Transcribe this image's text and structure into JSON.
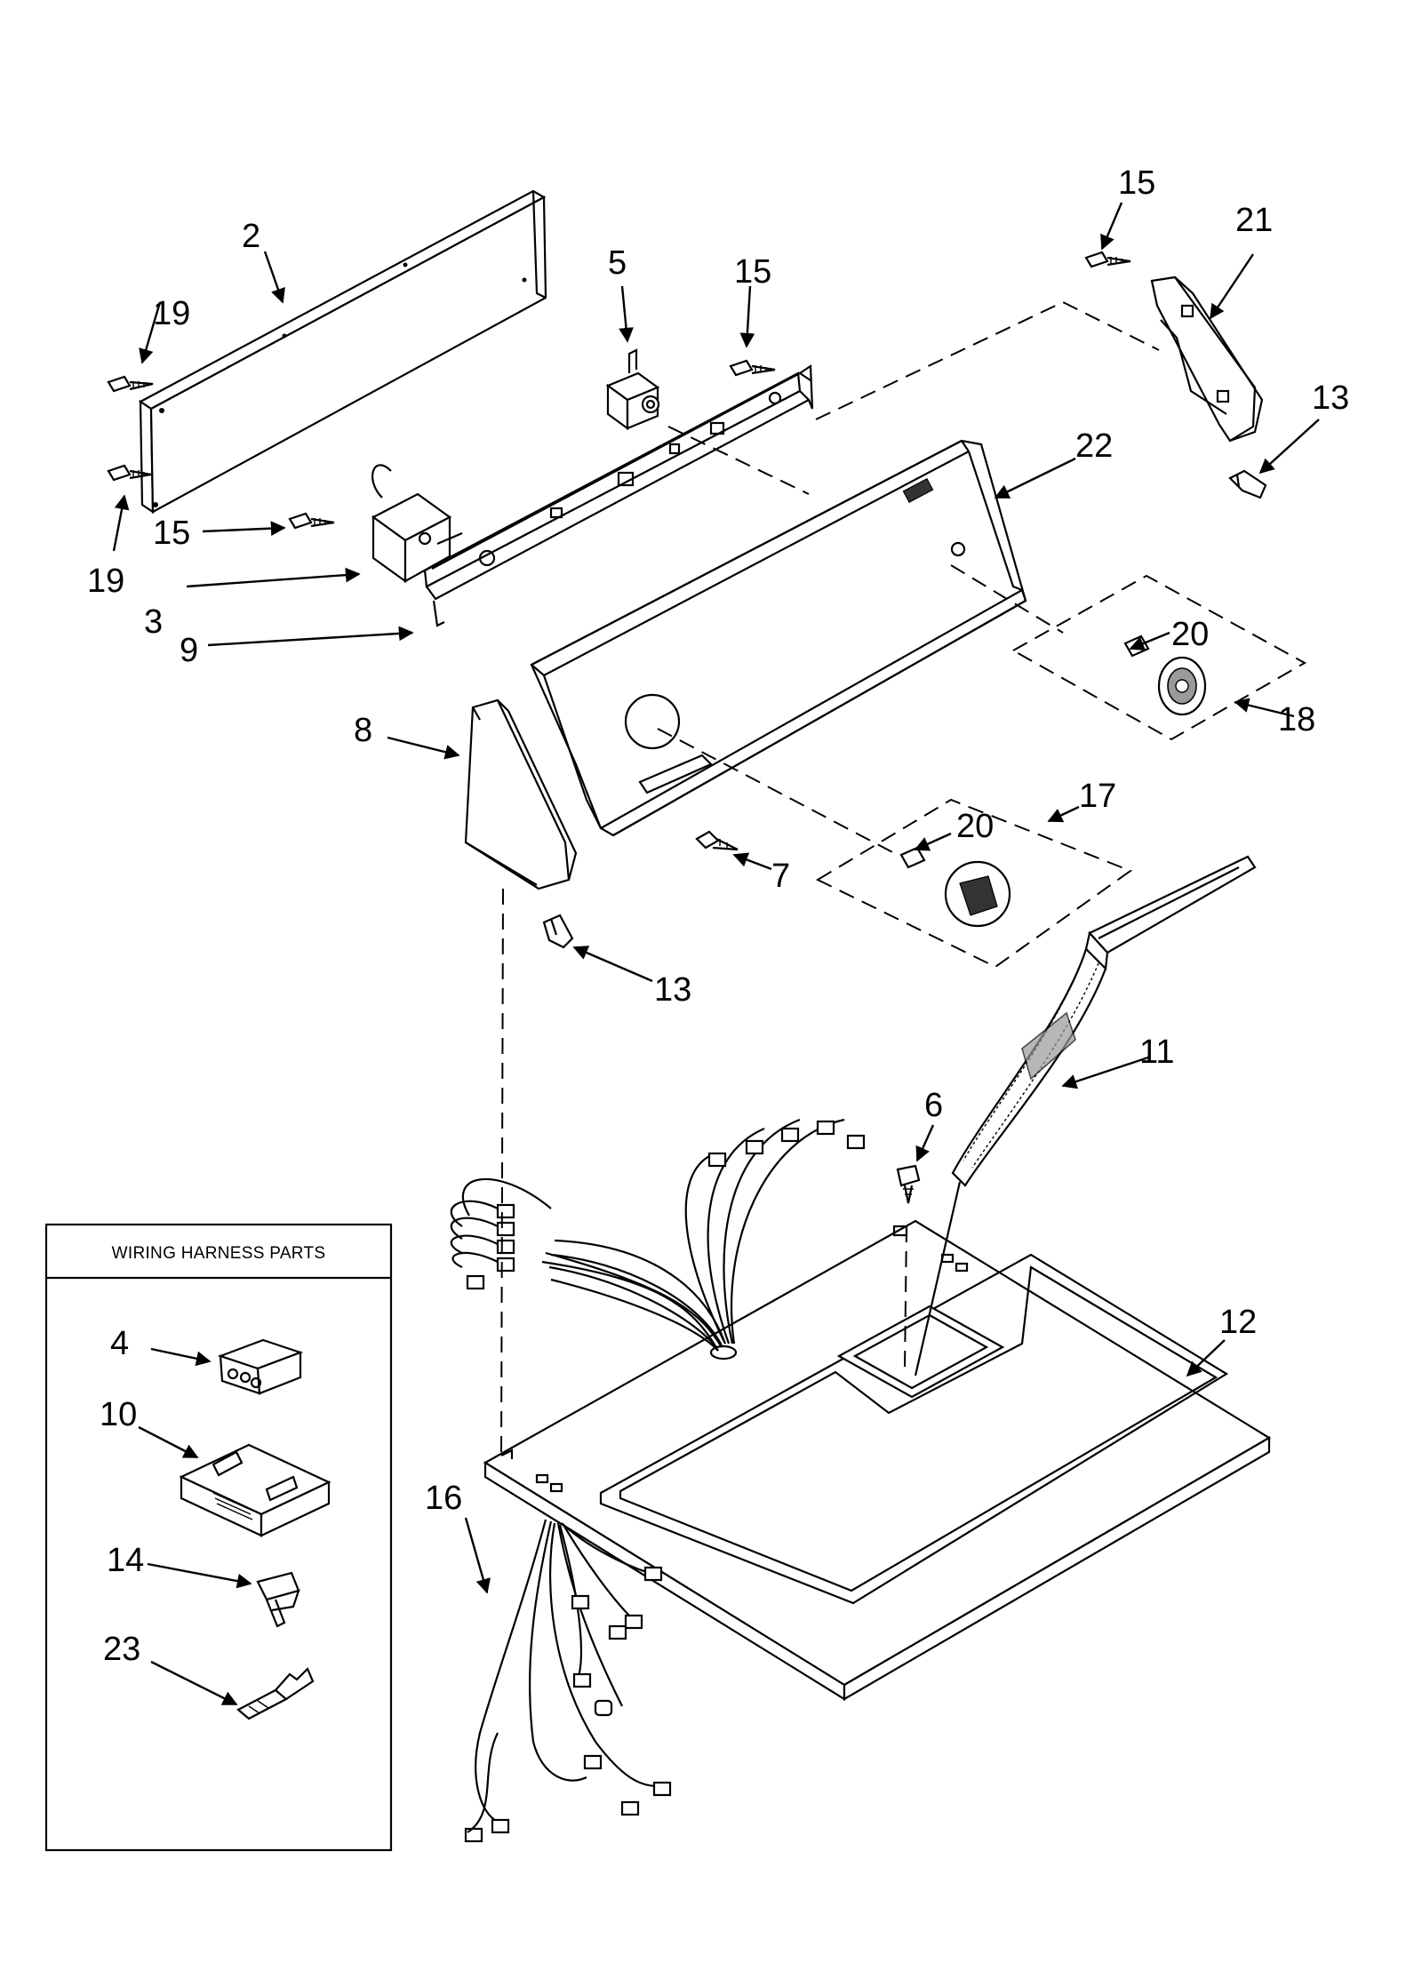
{
  "wiring_box": {
    "title": "WIRING HARNESS PARTS"
  },
  "callouts": {
    "c2": "2",
    "c3": "3",
    "c4": "4",
    "c5": "5",
    "c6": "6",
    "c7": "7",
    "c8": "8",
    "c9": "9",
    "c10": "10",
    "c11": "11",
    "c12": "12",
    "c13a": "13",
    "c13b": "13",
    "c14": "14",
    "c15a": "15",
    "c15b": "15",
    "c15c": "15",
    "c16": "16",
    "c17": "17",
    "c18": "18",
    "c19a": "19",
    "c19b": "19",
    "c20a": "20",
    "c20b": "20",
    "c21": "21",
    "c22": "22",
    "c23": "23"
  }
}
